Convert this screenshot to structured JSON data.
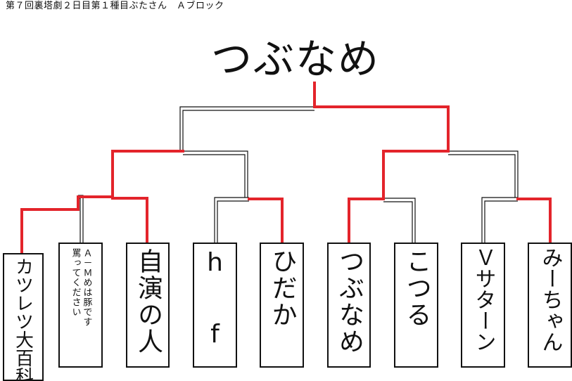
{
  "title": "第７回裏塔劇２日目第１種目ぶたさん　Ａブロック",
  "champion": "つぶなめ",
  "colors": {
    "winner": "#e3242b",
    "line": "#111111",
    "box_border": "#111111"
  },
  "entries": [
    {
      "lines": [
        "カツレツ大百科"
      ]
    },
    {
      "lines": [
        "Ａ－Ｍめは豚です",
        "罵ってください"
      ]
    },
    {
      "lines": [
        "自演の人"
      ]
    },
    {
      "lines": [
        "h f"
      ]
    },
    {
      "lines": [
        "ひだか"
      ]
    },
    {
      "lines": [
        "つぶなめ"
      ]
    },
    {
      "lines": [
        "こつる"
      ]
    },
    {
      "lines": [
        "Ｖサターン"
      ]
    },
    {
      "lines": [
        "みーちゃん"
      ]
    }
  ],
  "results": {
    "preliminary_winner": "カツレツ大百科",
    "round1_winners": [
      "自演の人",
      "ひだか",
      "つぶなめ",
      "みーちゃん"
    ],
    "semifinal_winners": [
      "自演の人",
      "つぶなめ"
    ],
    "final_winner": "つぶなめ"
  }
}
